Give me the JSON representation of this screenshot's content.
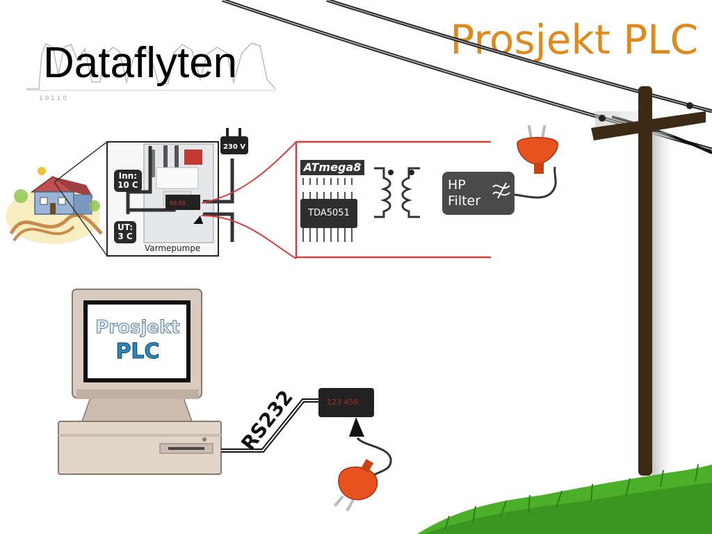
{
  "slide": {
    "title": "Dataflyten",
    "project_heading": "Prosjekt PLC"
  },
  "heatpump": {
    "inlet_label_line1": "Inn:",
    "inlet_label_line2": "10 C",
    "outlet_label_line1": "UT:",
    "outlet_label_line2": "3 C",
    "caption": "Varmepumpe",
    "supply_voltage": "230 V"
  },
  "circuit": {
    "microcontroller": "ATmega8",
    "modem_chip": "TDA5051",
    "filter_line1": "HP",
    "filter_line2": "Filter"
  },
  "computer": {
    "screen_line1": "Prosjekt",
    "screen_line2": "PLC",
    "link_label": "RS232"
  },
  "colors": {
    "heading_orange": "#e08a1c",
    "callout_red": "#e03a3a",
    "plug_orange": "#e8521f",
    "pole_brown": "#3d2a16",
    "grass_green": "#4caf2a"
  }
}
